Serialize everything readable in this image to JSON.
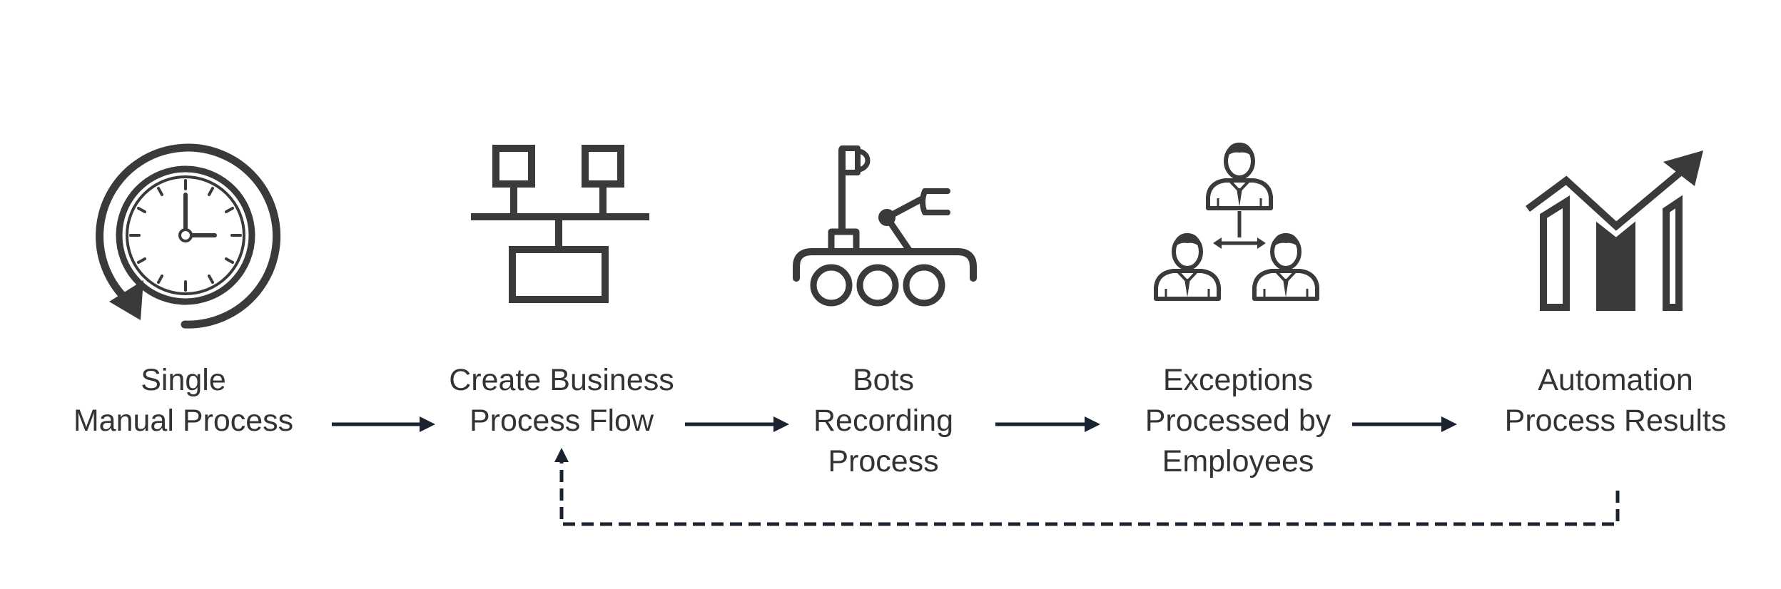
{
  "diagram": {
    "steps": [
      {
        "id": "single-manual-process",
        "label_lines": [
          "Single",
          "Manual Process"
        ],
        "icon": "clock-cycle-icon"
      },
      {
        "id": "create-business-process-flow",
        "label_lines": [
          "Create Business",
          "Process Flow"
        ],
        "icon": "flowchart-icon"
      },
      {
        "id": "bots-recording-process",
        "label_lines": [
          "Bots",
          "Recording",
          "Process"
        ],
        "icon": "robot-rover-icon"
      },
      {
        "id": "exceptions-processed-by-employees",
        "label_lines": [
          "Exceptions",
          "Processed by",
          "Employees"
        ],
        "icon": "team-hierarchy-icon"
      },
      {
        "id": "automation-process-results",
        "label_lines": [
          "Automation",
          "Process Results"
        ],
        "icon": "growth-chart-icon"
      }
    ],
    "edges": [
      {
        "from": "single-manual-process",
        "to": "create-business-process-flow",
        "style": "solid"
      },
      {
        "from": "create-business-process-flow",
        "to": "bots-recording-process",
        "style": "solid"
      },
      {
        "from": "bots-recording-process",
        "to": "exceptions-processed-by-employees",
        "style": "solid"
      },
      {
        "from": "exceptions-processed-by-employees",
        "to": "automation-process-results",
        "style": "solid"
      },
      {
        "from": "automation-process-results",
        "to": "create-business-process-flow",
        "style": "dashed"
      }
    ],
    "colors": {
      "icon": "#3a3a3a",
      "label": "#333333",
      "arrow": "#1c2330"
    }
  }
}
